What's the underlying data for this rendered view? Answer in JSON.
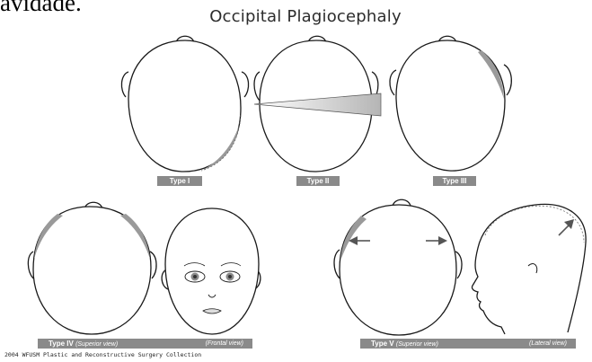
{
  "header": {
    "top_fragment": "avidade.",
    "title": "Occipital Plagiocephaly"
  },
  "labels": {
    "type1": "Type I",
    "type2": "Type II",
    "type3": "Type III",
    "type4_main": "Type IV",
    "type4_superior": "(Superior view)",
    "type4_frontal": "(Frontal view)",
    "type5_main": "Type V",
    "type5_superior": "(Superior view)",
    "type5_lateral": "(Lateral view)"
  },
  "credit": "2004 WFUSM Plastic and Reconstructive Surgery Collection",
  "colors": {
    "label_bar": "#8a8a8a",
    "outline": "#1a1a1a",
    "shading": "#9a9a9a"
  }
}
